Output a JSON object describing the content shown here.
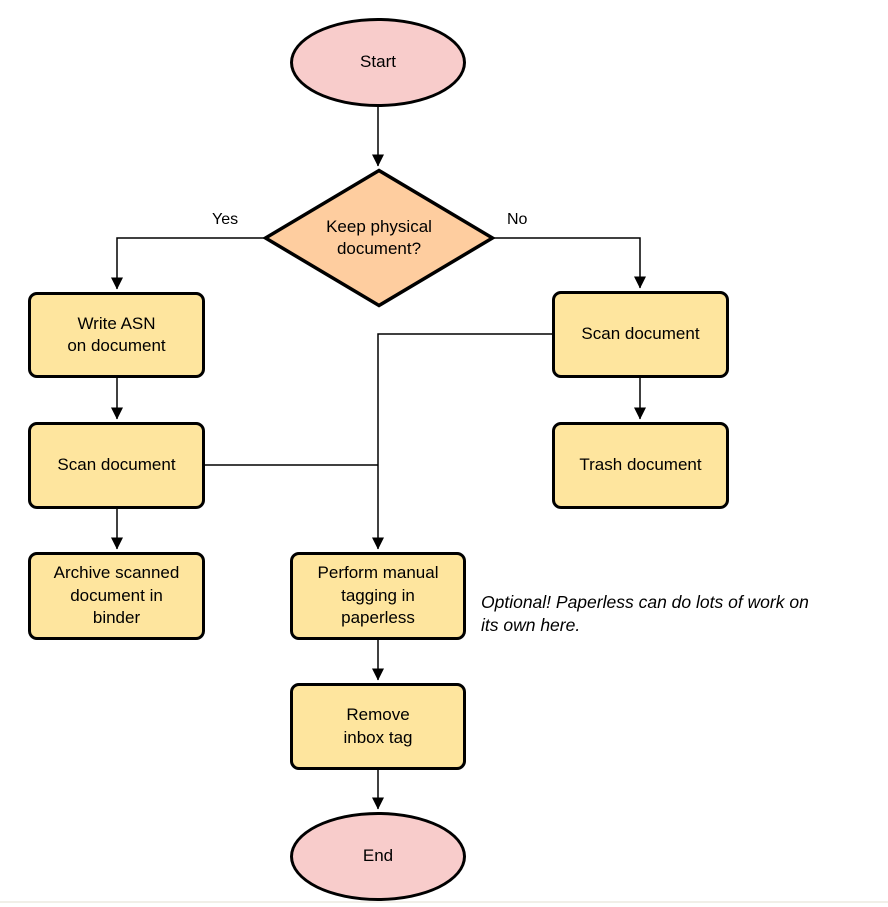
{
  "colors": {
    "stroke": "#000000",
    "terminal_fill": "#f8cccb",
    "process_fill": "#fee59e",
    "decision_fill": "#fecd9f",
    "divider": "#f1efe8"
  },
  "nodes": {
    "start": {
      "label": "Start",
      "type": "terminal"
    },
    "decision": {
      "label": "Keep physical\ndocument?",
      "type": "decision"
    },
    "write_asn": {
      "label": "Write ASN\non document",
      "type": "process"
    },
    "scan_left": {
      "label": "Scan document",
      "type": "process"
    },
    "archive": {
      "label": "Archive scanned\ndocument in\nbinder",
      "type": "process"
    },
    "scan_right": {
      "label": "Scan document",
      "type": "process"
    },
    "trash": {
      "label": "Trash document",
      "type": "process"
    },
    "perform_tagging": {
      "label": "Perform manual\ntagging in\npaperless",
      "type": "process"
    },
    "remove_inbox": {
      "label": "Remove\ninbox tag",
      "type": "process"
    },
    "end": {
      "label": "End",
      "type": "terminal"
    }
  },
  "edge_labels": {
    "yes": "Yes",
    "no": "No"
  },
  "note": {
    "text": "Optional! Paperless can do lots of work on\nits own here."
  }
}
